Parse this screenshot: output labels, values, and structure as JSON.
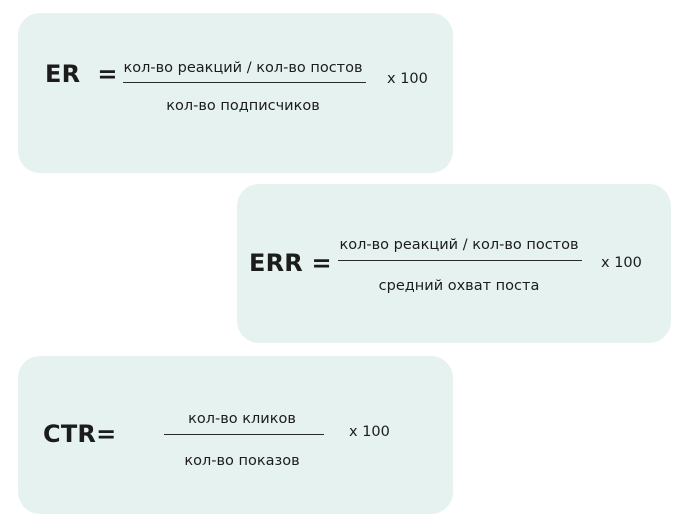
{
  "formulas": {
    "er": {
      "label": "ER  =",
      "numerator": "кол-во реакций /  кол-во постов",
      "denominator": "кол-во подписчиков",
      "multiplier": "x 100"
    },
    "err": {
      "label": "ERR =",
      "numerator": "кол-во реакций /  кол-во постов",
      "denominator": "средний охват поста",
      "multiplier": "x 100"
    },
    "ctr": {
      "label": "CTR=",
      "numerator": "кол-во кликов",
      "denominator": "кол-во показов",
      "multiplier": "x 100"
    }
  },
  "colors": {
    "card_background": "#e6f2ef",
    "text": "#1c1c1c"
  }
}
